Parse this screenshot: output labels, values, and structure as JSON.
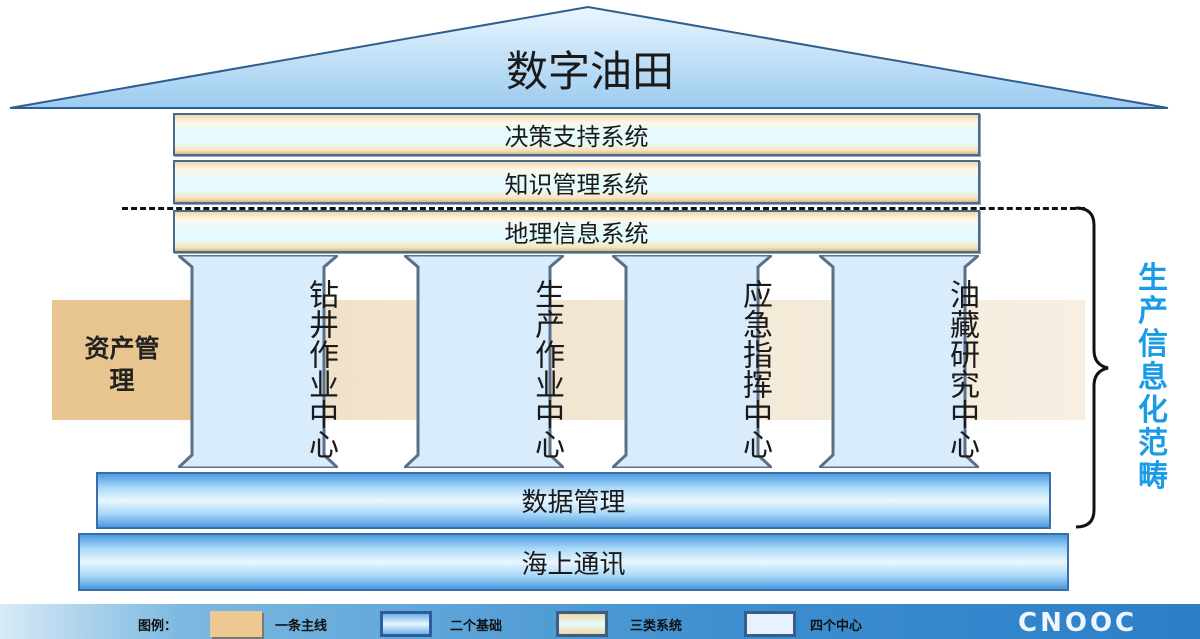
{
  "roof": {
    "title": "数字油田"
  },
  "systems": [
    {
      "label": "决策支持系统"
    },
    {
      "label": "知识管理系统"
    },
    {
      "label": "地理信息系统"
    }
  ],
  "centers": [
    {
      "label": "钻井作业中心"
    },
    {
      "label": "生产作业中心"
    },
    {
      "label": "应急指挥中心"
    },
    {
      "label": "油藏研究中心"
    }
  ],
  "main_line": {
    "label": "资产管理"
  },
  "foundations": [
    {
      "label": "数据管理"
    },
    {
      "label": "海上通讯"
    }
  ],
  "scope": {
    "label": "生产信息化范畴",
    "color": "#1a9be8"
  },
  "legend": {
    "title": "图例：",
    "items": [
      {
        "label": "一条主线"
      },
      {
        "label": "二个基础"
      },
      {
        "label": "三类系统"
      },
      {
        "label": "四个中心"
      }
    ]
  },
  "logo": {
    "text": "CNOOC"
  }
}
